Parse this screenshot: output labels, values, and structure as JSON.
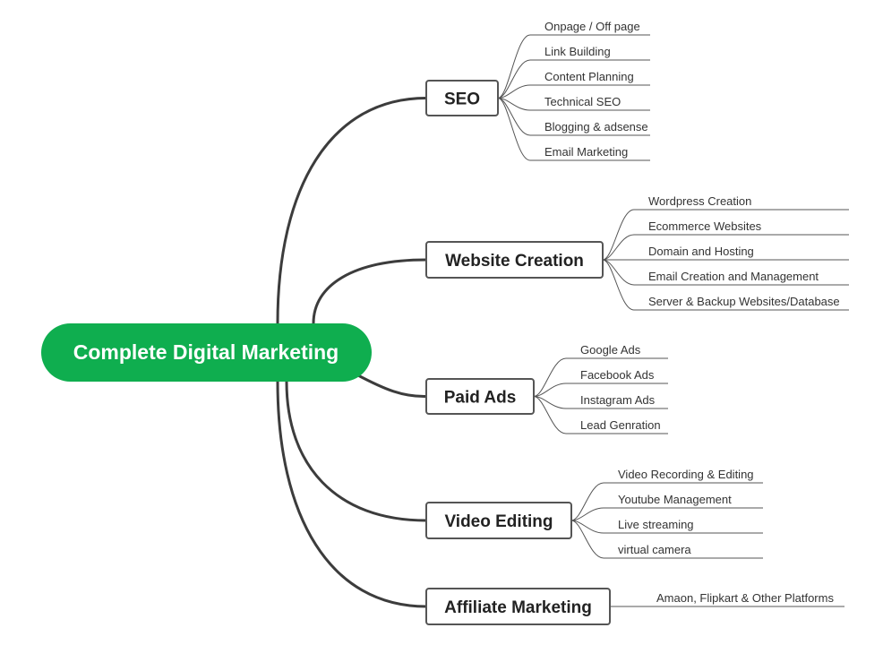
{
  "mindmap": {
    "root": {
      "label": "Complete Digital Marketing",
      "fill": "#0fae4f",
      "text_color": "#ffffff"
    },
    "line_color": "#3c3c3c",
    "leaf_line_color": "#555555",
    "branches": [
      {
        "id": "seo",
        "label": "SEO",
        "children": [
          "Onpage  / Off page",
          "Link Building",
          "Content Planning",
          "Technical SEO",
          "Blogging & adsense",
          "Email Marketing"
        ]
      },
      {
        "id": "website-creation",
        "label": "Website Creation",
        "children": [
          "Wordpress Creation",
          "Ecommerce Websites",
          "Domain and Hosting",
          "Email Creation and Management",
          "Server & Backup Websites/Database"
        ]
      },
      {
        "id": "paid-ads",
        "label": "Paid Ads",
        "children": [
          "Google Ads",
          "Facebook Ads",
          "Instagram Ads",
          "Lead Genration"
        ]
      },
      {
        "id": "video-editing",
        "label": "Video Editing",
        "children": [
          "Video Recording & Editing",
          "Youtube Management",
          "Live streaming",
          "virtual camera"
        ]
      },
      {
        "id": "affiliate-marketing",
        "label": "Affiliate Marketing",
        "children": [
          "Amaon, Flipkart & Other Platforms"
        ]
      }
    ]
  }
}
